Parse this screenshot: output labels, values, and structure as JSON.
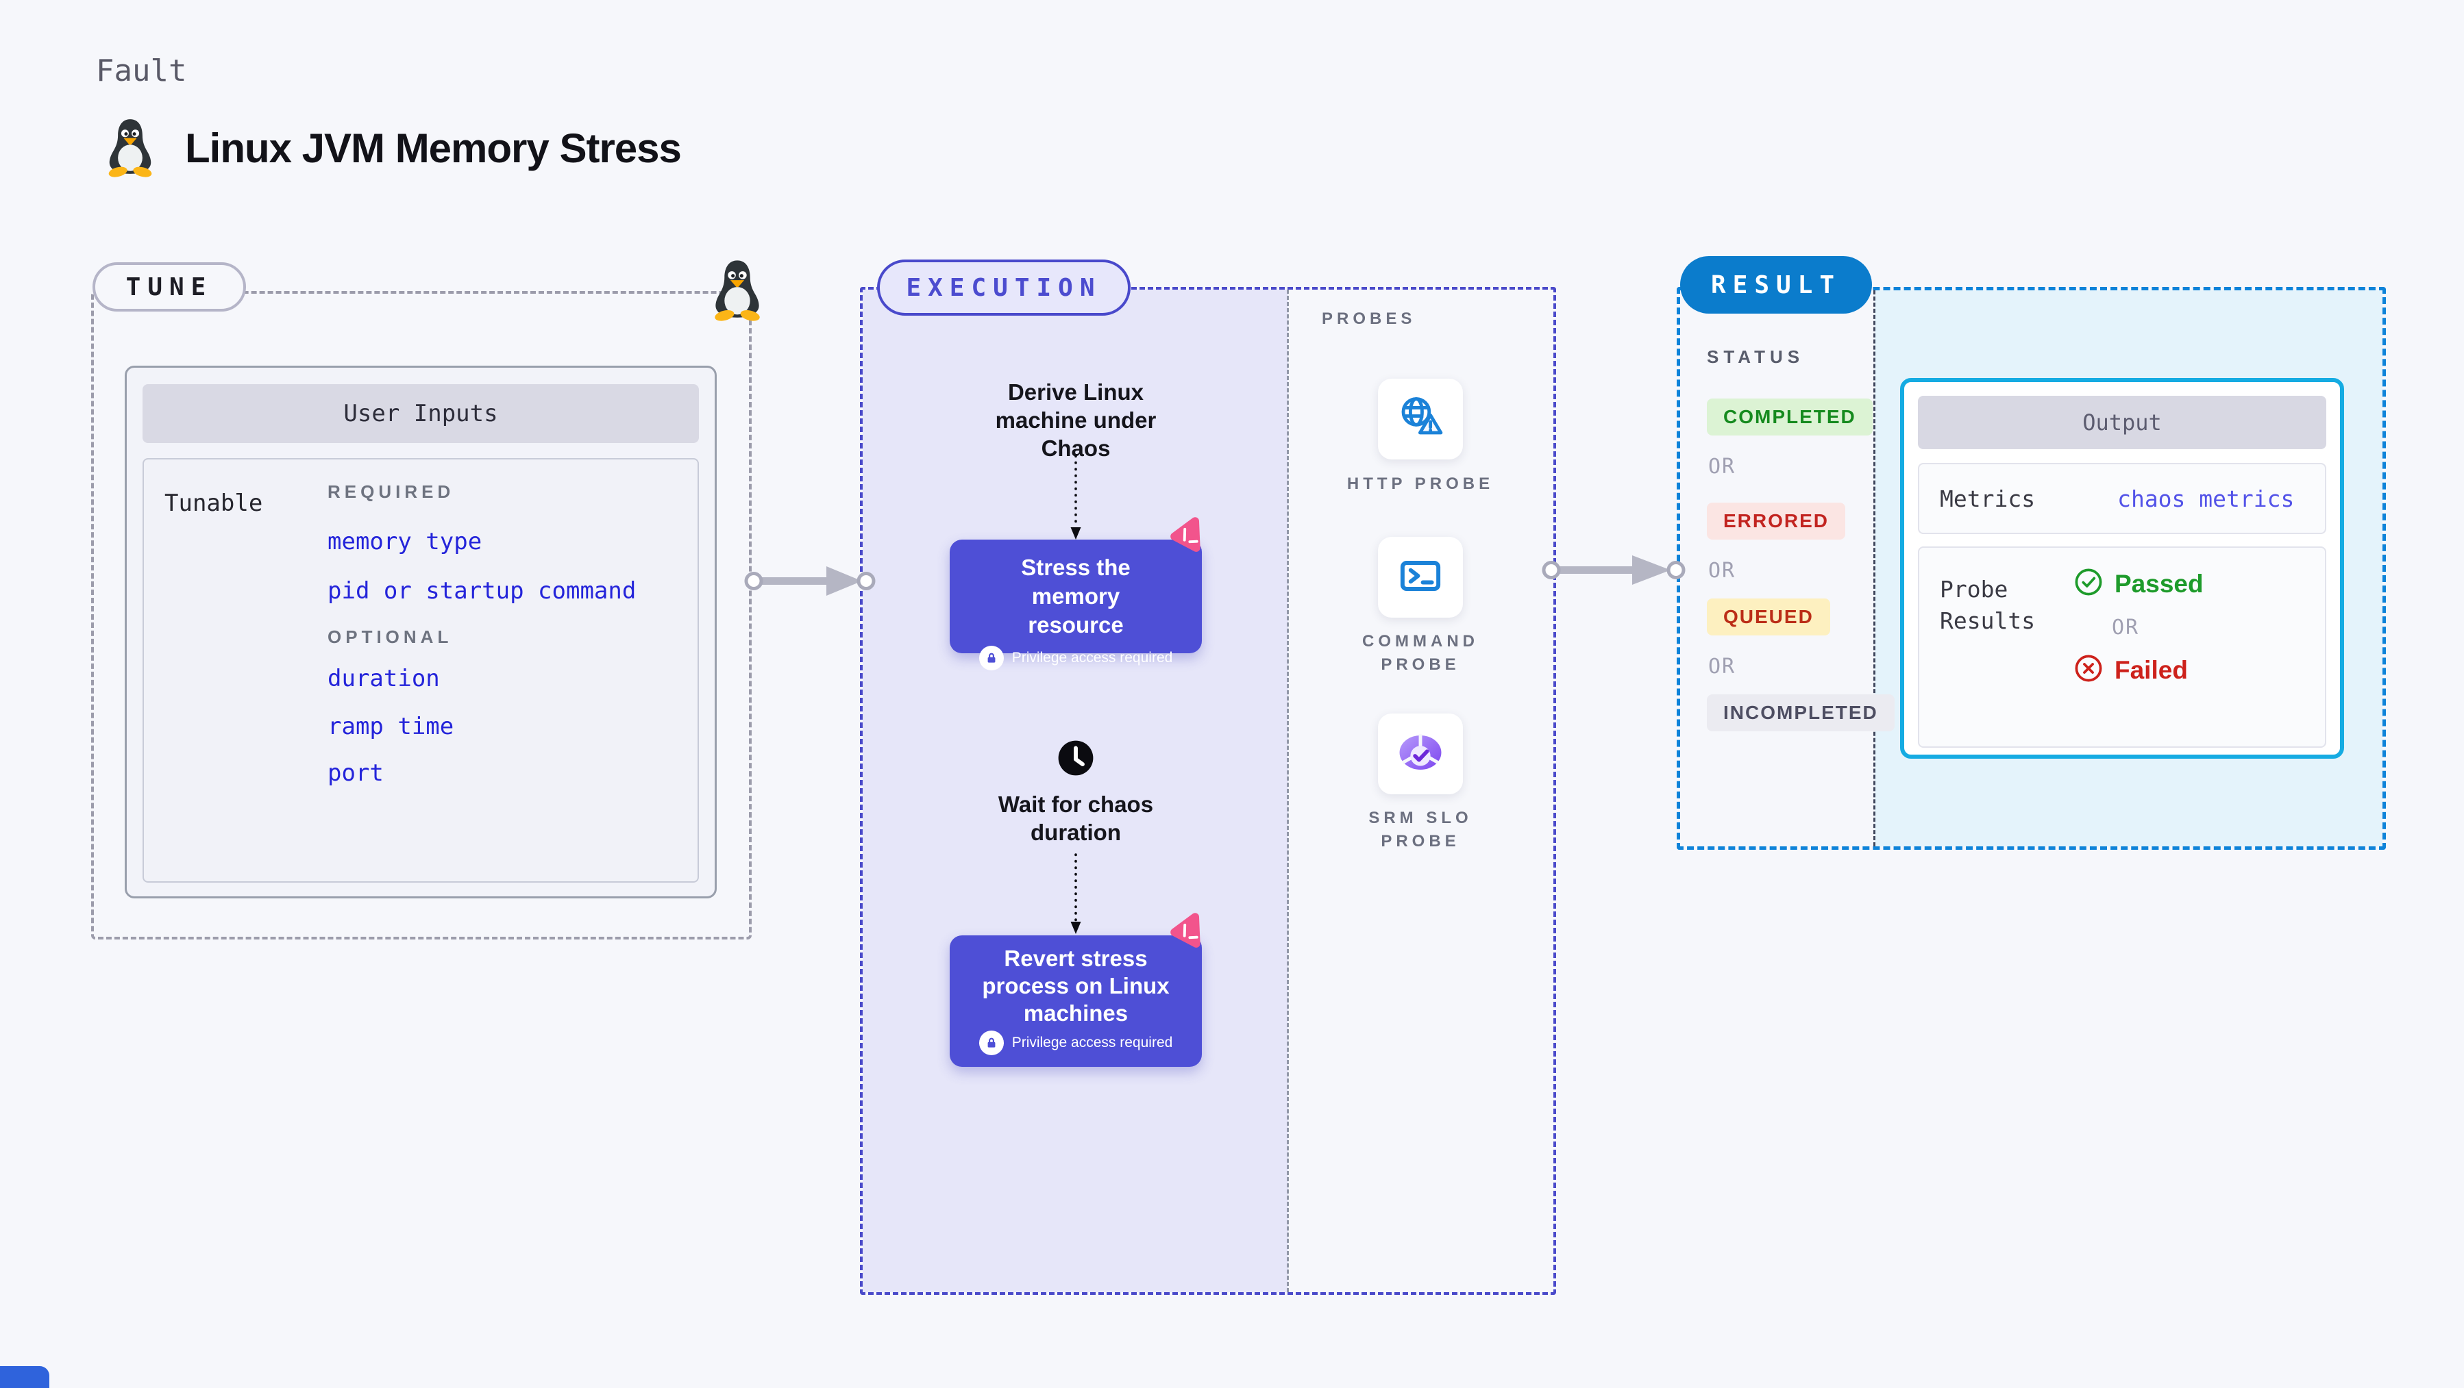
{
  "header": {
    "eyebrow": "Fault",
    "title": "Linux JVM Memory Stress"
  },
  "tune": {
    "pill": "TUNE",
    "card_title": "User Inputs",
    "row_label": "Tunable",
    "required_label": "REQUIRED",
    "required_items": [
      "memory type",
      "pid or startup command"
    ],
    "optional_label": "OPTIONAL",
    "optional_items": [
      "duration",
      "ramp time",
      "port"
    ]
  },
  "execution": {
    "pill": "EXECUTION",
    "derive_step": "Derive Linux machine under Chaos",
    "stress_title": "Stress the memory resource",
    "privilege_note": "Privilege access required",
    "wait_step": "Wait for chaos duration",
    "revert_title": "Revert stress process on Linux machines"
  },
  "probes": {
    "label": "PROBES",
    "items": [
      {
        "name": "HTTP PROBE",
        "icon": "globe-warning-icon"
      },
      {
        "name": "COMMAND PROBE",
        "icon": "terminal-icon"
      },
      {
        "name": "SRM SLO PROBE",
        "icon": "pie-check-icon"
      }
    ]
  },
  "result": {
    "pill": "RESULT",
    "status_label": "STATUS",
    "or_label": "OR",
    "statuses": [
      {
        "label": "COMPLETED",
        "bg": "#dcf3d4",
        "color": "#158a1e"
      },
      {
        "label": "ERRORED",
        "bg": "#fbe5e3",
        "color": "#c22420"
      },
      {
        "label": "QUEUED",
        "bg": "#fdf0c0",
        "color": "#bb2d17"
      },
      {
        "label": "INCOMPLETED",
        "bg": "#ebebf1",
        "color": "#4e4e62"
      }
    ],
    "output": {
      "title": "Output",
      "metrics_label": "Metrics",
      "metrics_value": "chaos metrics",
      "probe_results_label": "Probe Results",
      "passed": "Passed",
      "or_label": "OR",
      "failed": "Failed"
    }
  },
  "icons": {
    "title_icon": "tux-penguin-icon",
    "tune_corner_icon": "tux-penguin-icon",
    "node_corner_icon": "chaos-logo-icon",
    "privilege_icon": "lock-icon",
    "wait_icon": "clock-icon",
    "passed_icon": "check-circle-icon",
    "failed_icon": "x-circle-icon"
  },
  "colors": {
    "page_bg": "#f6f7fb",
    "node_purple": "#4e4fd6",
    "execution_bg": "#e6e6f9",
    "execution_dash": "#4a4aca",
    "tune_dash": "#9c9cab",
    "result_dash": "#0e83d9",
    "result_pill_bg": "#0b7ccc",
    "result_bg": "#e4f3fb",
    "output_border": "#15abe2",
    "link_blue": "#2424da",
    "probe_icon_blue": "#1b82d8",
    "chaos_pink": "#f2548c",
    "passed_green": "#1e9b2b",
    "failed_red": "#cd211b"
  }
}
